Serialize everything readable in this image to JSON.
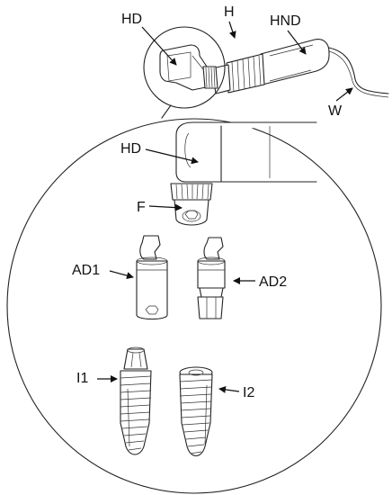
{
  "labels": {
    "hd_top": "HD",
    "h": "H",
    "hnd": "HND",
    "w": "W",
    "hd_detail": "HD",
    "f": "F",
    "ad1": "AD1",
    "ad2": "AD2",
    "i1": "I1",
    "i2": "I2"
  }
}
